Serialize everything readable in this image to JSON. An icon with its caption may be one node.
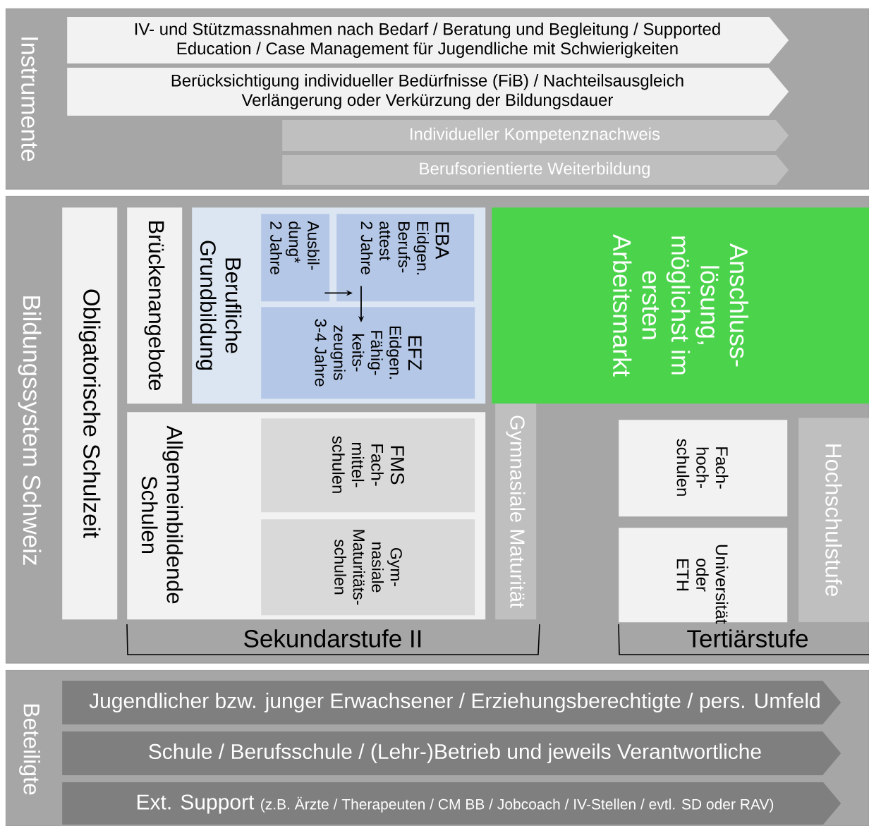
{
  "diagram": {
    "nodes": [
      {
        "text": [
          "Instrumente"
        ]
      },
      {
        "text": [
          "IV- und Stützmassnahmen nach Bedarf / Beratung und Begleitung / Supported Education / Case Management für Jugendliche mit Schwierigkeiten"
        ],
        "in": 0
      },
      {
        "text": [
          "Berücksichtigung individueller Bedürfnisse (FiB) / Nachteilsausgleich Verlängerung oder Verkürzung der Bildungsdauer"
        ],
        "in": 0
      },
      {
        "text": [
          "Individueller Kompetenznachweis"
        ],
        "in": 0
      },
      {
        "text": [
          "Berufsorientierte Weiterbildung"
        ],
        "in": 0
      },
      {
        "text": [
          "Bildungssystem Schweiz"
        ]
      },
      {
        "text": [
          "Obligatorische Schulzeit"
        ],
        "in": 5
      },
      {
        "text": [
          "Brückenangebote"
        ],
        "in": 5
      },
      {
        "text": [
          "Berufliche Grundbildung"
        ],
        "in": 5
      },
      {
        "text": [
          "Ausbil- dung*",
          "2 Jahre"
        ],
        "in": 8
      },
      {
        "text": [
          "EBA",
          "Eidgen. Berufs- attest",
          "2 Jahre"
        ],
        "in": 8
      },
      {
        "text": [
          "EFZ",
          "Eidgen. Fähig- keits- zeugnis",
          "3-4 Jahre"
        ],
        "in": 8
      },
      {
        "text": [
          "Anschluss- lösung, möglichst im ersten Arbeitsmarkt"
        ],
        "in": 5
      },
      {
        "text": [
          "Allgemeinbildende Schulen"
        ],
        "in": 5
      },
      {
        "text": [
          "FMS",
          "Fach- mittel- schulen"
        ],
        "in": 13
      },
      {
        "text": [
          "Gym- nasiale Maturitäts- schulen"
        ],
        "in": 13
      },
      {
        "text": [
          "Gymnasiale Maturität"
        ],
        "in": 5
      },
      {
        "text": [
          "Fach- hoch- schulen"
        ],
        "in": 5
      },
      {
        "text": [
          "Universität oder ETH"
        ],
        "in": 5
      },
      {
        "text": [
          "Hochschulstufe"
        ],
        "in": 5
      },
      {
        "text": [
          "Beteiligte"
        ]
      },
      {
        "text": [
          "Jugendlicher bzw. junger Erwachsener / Erziehungsberechtigte / pers. Umfeld"
        ],
        "in": 20
      },
      {
        "text": [
          "Schule / Berufsschule / (Lehr-)Betrieb und jeweils Verantwortliche"
        ],
        "in": 20
      },
      {
        "text": [
          "Ext. Support",
          "(z.B. Ärzte / Therapeuten / CM BB / Jobcoach / IV-Stellen / evtl. SD oder RAV)"
        ],
        "in": 20
      }
    ],
    "edges": [
      {
        "from": 9,
        "to": 10,
        "arrow": "to"
      },
      {
        "from": 10,
        "to": 11,
        "arrow": "to"
      }
    ],
    "labels": [
      "Sekundarstufe II",
      "Tertiärstufe"
    ]
  }
}
